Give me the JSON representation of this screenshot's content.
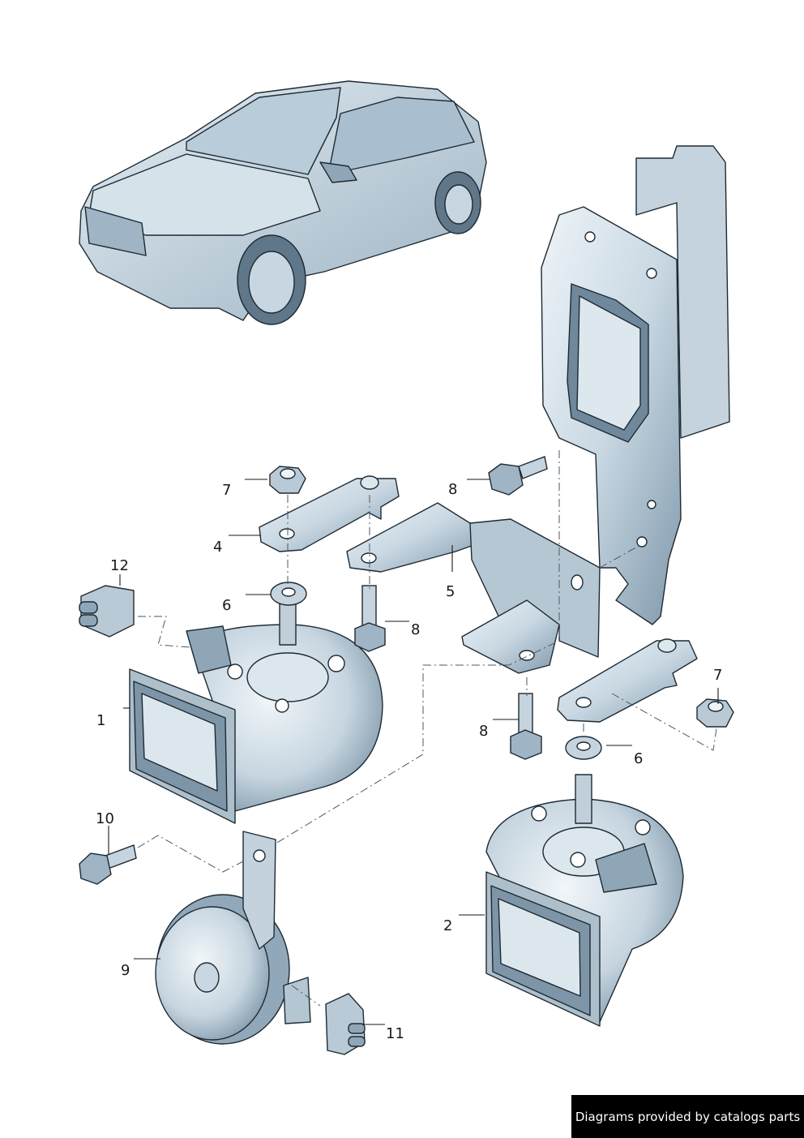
{
  "callouts": {
    "c1": "1",
    "c2": "2",
    "c4": "4",
    "c5": "5",
    "c6a": "6",
    "c6b": "6",
    "c7a": "7",
    "c7b": "7",
    "c8a": "8",
    "c8b": "8",
    "c8c": "8",
    "c9": "9",
    "c10": "10",
    "c11": "11",
    "c12": "12"
  },
  "footer": {
    "credit": "Diagrams provided by catalogs parts"
  },
  "colors": {
    "metal": "#cfdce6",
    "metal_dark": "#8ea6b8",
    "outline": "#1e2a33",
    "leader": "#1a1a1a",
    "credit_bg": "#000000"
  }
}
